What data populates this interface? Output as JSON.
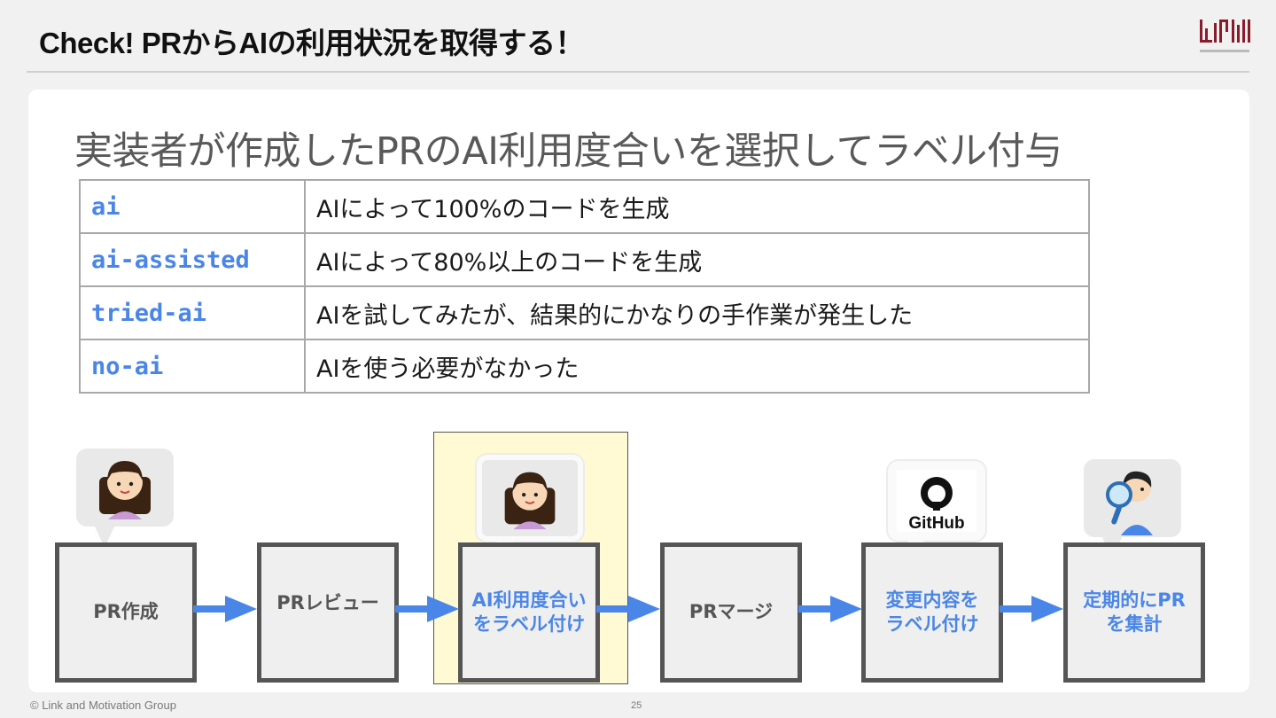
{
  "slide": {
    "title": "Check! PRからAIの利用状況を取得する！",
    "headline": "実装者が作成したPRのAI利用度合いを選択してラベル付与"
  },
  "labels_table": [
    {
      "label": "ai",
      "description": "AIによって100%のコードを生成"
    },
    {
      "label": "ai-assisted",
      "description": "AIによって80%以上のコードを生成"
    },
    {
      "label": "tried-ai",
      "description": "AIを試してみたが、結果的にかなりの手作業が発生した"
    },
    {
      "label": "no-ai",
      "description": "AIを使う必要がなかった"
    }
  ],
  "flow": {
    "steps": [
      {
        "label": "PR作成",
        "highlight": false
      },
      {
        "label": "PRレビュー",
        "highlight": false
      },
      {
        "label": "AI利用度合い\nをラベル付け",
        "highlight": true
      },
      {
        "label": "PRマージ",
        "highlight": false
      },
      {
        "label": "変更内容を\nラベル付け",
        "highlight": true
      },
      {
        "label": "定期的にPR\nを集計",
        "highlight": true
      }
    ],
    "icons": {
      "developer": "person-icon",
      "github": "GitHub",
      "analyst": "magnifier-person-icon"
    }
  },
  "footer": {
    "copyright": "© Link and Motivation Group",
    "page_number": "25"
  },
  "colors": {
    "accent_blue": "#4a86e8",
    "highlight_bg": "#fff9d4",
    "box_border": "#555555"
  }
}
